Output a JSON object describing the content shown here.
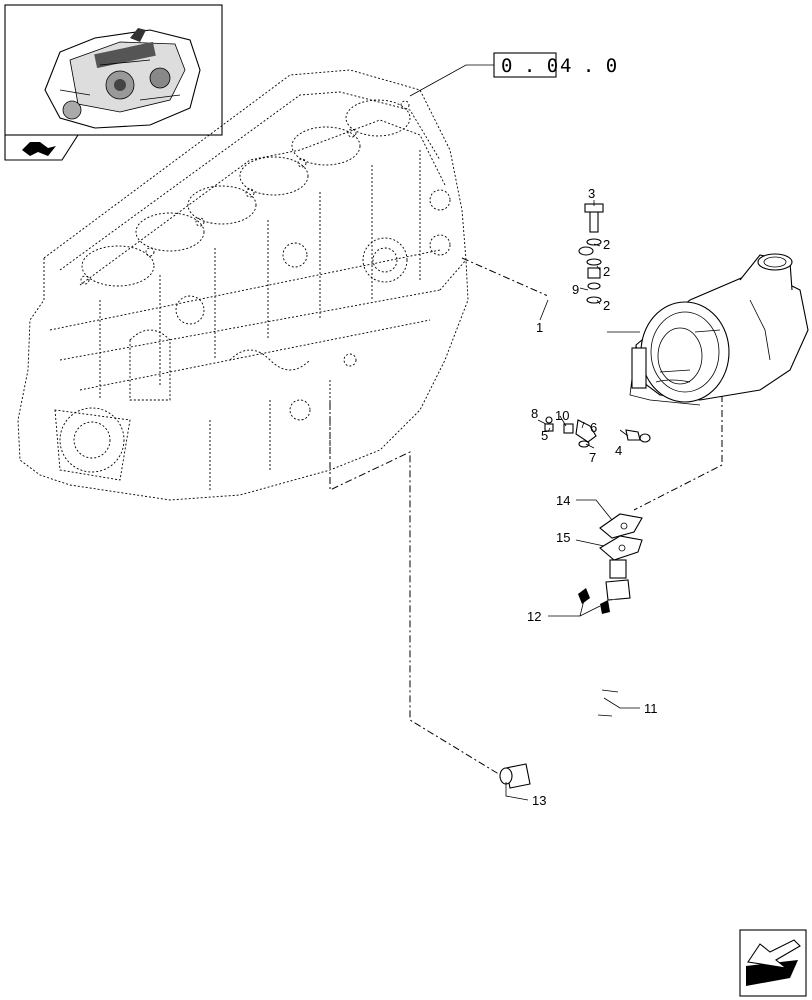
{
  "reference": {
    "boxed": "0 . 0",
    "rest": "4 . 0"
  },
  "callouts": {
    "c1": "1",
    "c2a": "2",
    "c2b": "2",
    "c2c": "2",
    "c3": "3",
    "c4": "4",
    "c5": "5",
    "c6": "6",
    "c7": "7",
    "c8": "8",
    "c9": "9",
    "c10": "10",
    "c11": "11",
    "c12": "12",
    "c13": "13",
    "c14": "14",
    "c15": "15"
  },
  "icons": {
    "thumbnail": "engine-thumbnail",
    "nav_back": "back-arrow-icon",
    "nav_next": "next-page-icon"
  }
}
